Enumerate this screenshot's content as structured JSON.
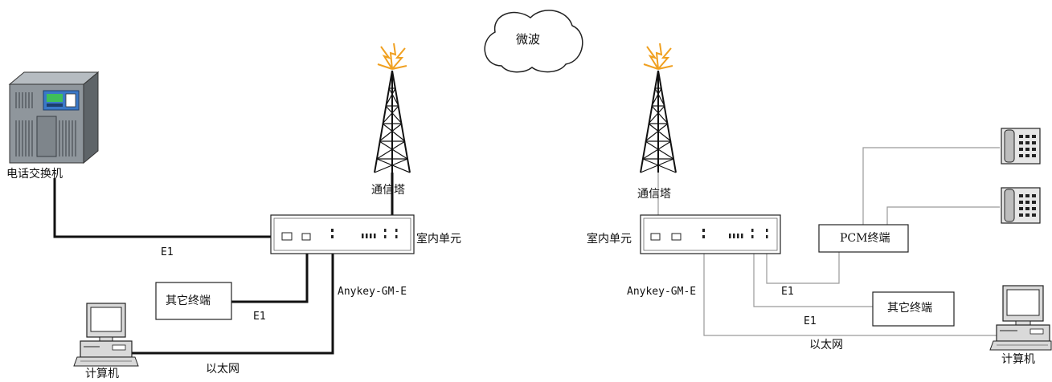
{
  "colors": {
    "thick_line": "#111111",
    "thin_line": "#9a9a9a",
    "antenna": "#f0a020",
    "switch_body": "#8f969c",
    "switch_panel": "#3a78c8",
    "switch_display": "#3fbf5a"
  },
  "cloud": {
    "label": "微波"
  },
  "left": {
    "exchange_label": "电话交换机",
    "tower_label": "通信塔",
    "idu_label": "室内单元",
    "model_label": "Anykey-GM-E",
    "e1_upper_label": "E1",
    "e1_lower_label": "E1",
    "other_terminal_label": "其它终端",
    "ethernet_label": "以太网",
    "computer_label": "计算机"
  },
  "right": {
    "tower_label": "通信塔",
    "idu_label": "室内单元",
    "model_label": "Anykey-GM-E",
    "pcm_label": "PCM终端",
    "e1_upper_label": "E1",
    "e1_lower_label": "E1",
    "other_terminal_label": "其它终端",
    "ethernet_label": "以太网",
    "computer_label": "计算机"
  },
  "icons": [
    "telephone-exchange-icon",
    "tower-icon",
    "computer-icon",
    "telephone-icon",
    "cloud-icon"
  ]
}
